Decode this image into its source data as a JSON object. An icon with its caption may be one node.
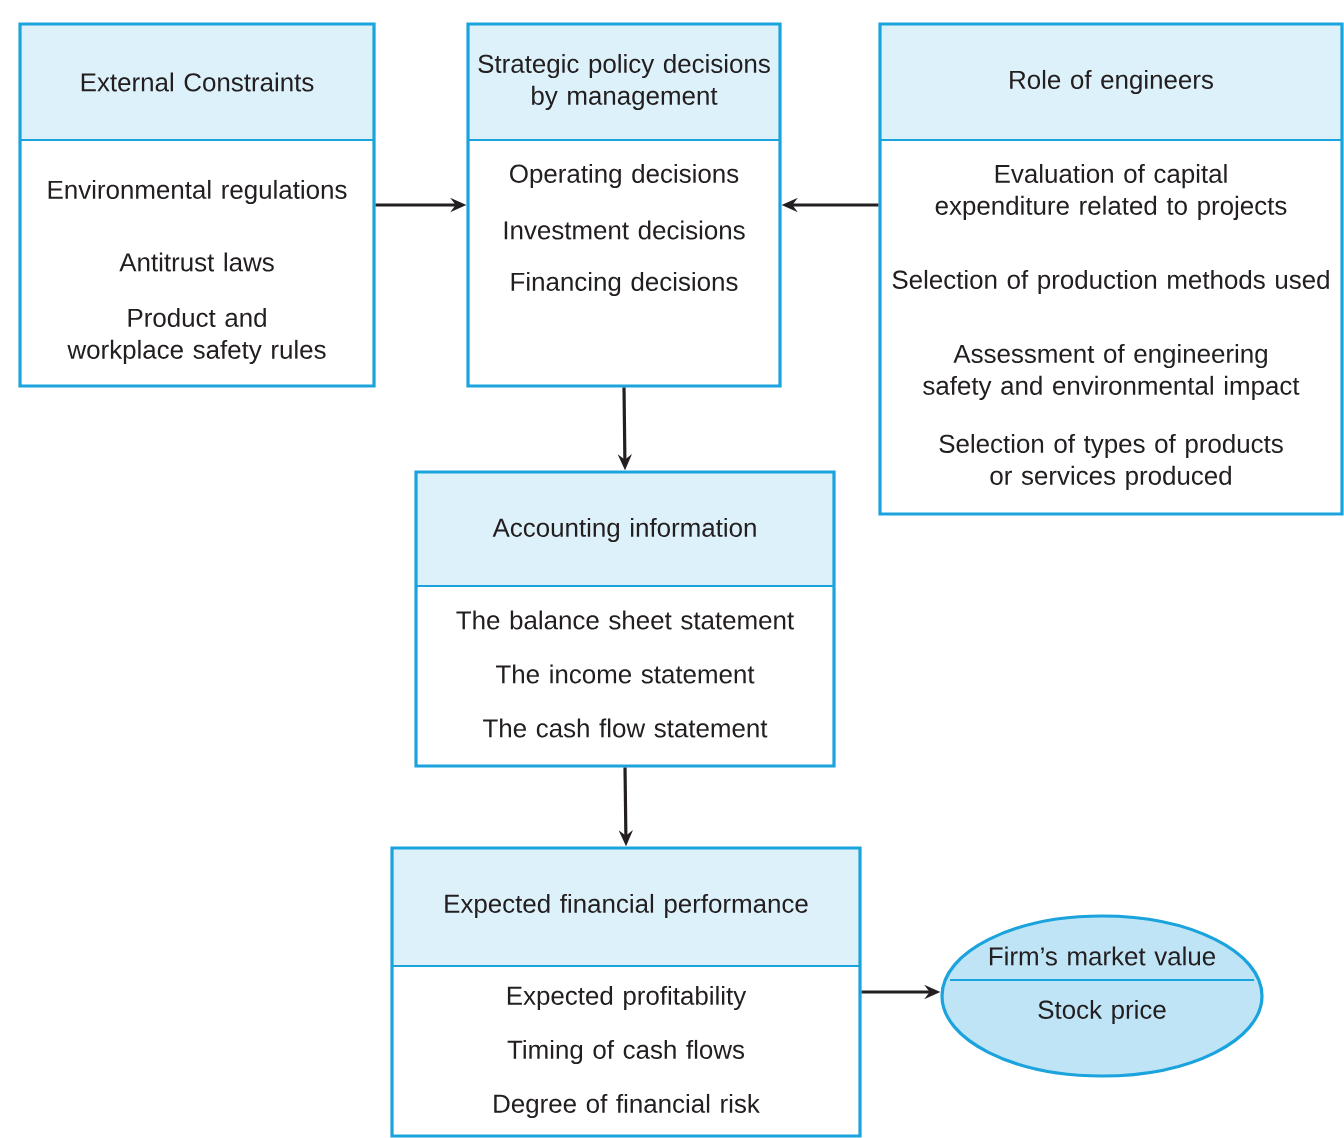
{
  "diagram": {
    "nodes": [
      {
        "text": [
          "External Constraints",
          "Environmental regulations",
          "Antitrust laws",
          "Product and workplace safety rules"
        ]
      },
      {
        "text": [
          "Strategic policy decisions by management",
          "Operating decisions",
          "Investment decisions",
          "Financing decisions"
        ]
      },
      {
        "text": [
          "Role of engineers",
          "Evaluation of capital expenditure related to projects",
          "Selection of production methods used",
          "Assessment of engineering safety and environmental impact",
          "Selection of types of products or services produced"
        ]
      },
      {
        "text": [
          "Accounting information",
          "The balance sheet statement",
          "The income statement",
          "The cash flow statement"
        ]
      },
      {
        "text": [
          "Expected financial performance",
          "Expected profitability",
          "Timing of cash flows",
          "Degree of financial risk"
        ]
      },
      {
        "text": [
          "Firm’s market value",
          "Stock price"
        ]
      }
    ],
    "edges": [
      {
        "from": 0,
        "to": 1,
        "arrow": "to"
      },
      {
        "from": 2,
        "to": 1,
        "arrow": "to"
      },
      {
        "from": 1,
        "to": 3,
        "arrow": "to"
      },
      {
        "from": 3,
        "to": 4,
        "arrow": "to"
      },
      {
        "from": 4,
        "to": 5,
        "arrow": "to"
      }
    ]
  }
}
